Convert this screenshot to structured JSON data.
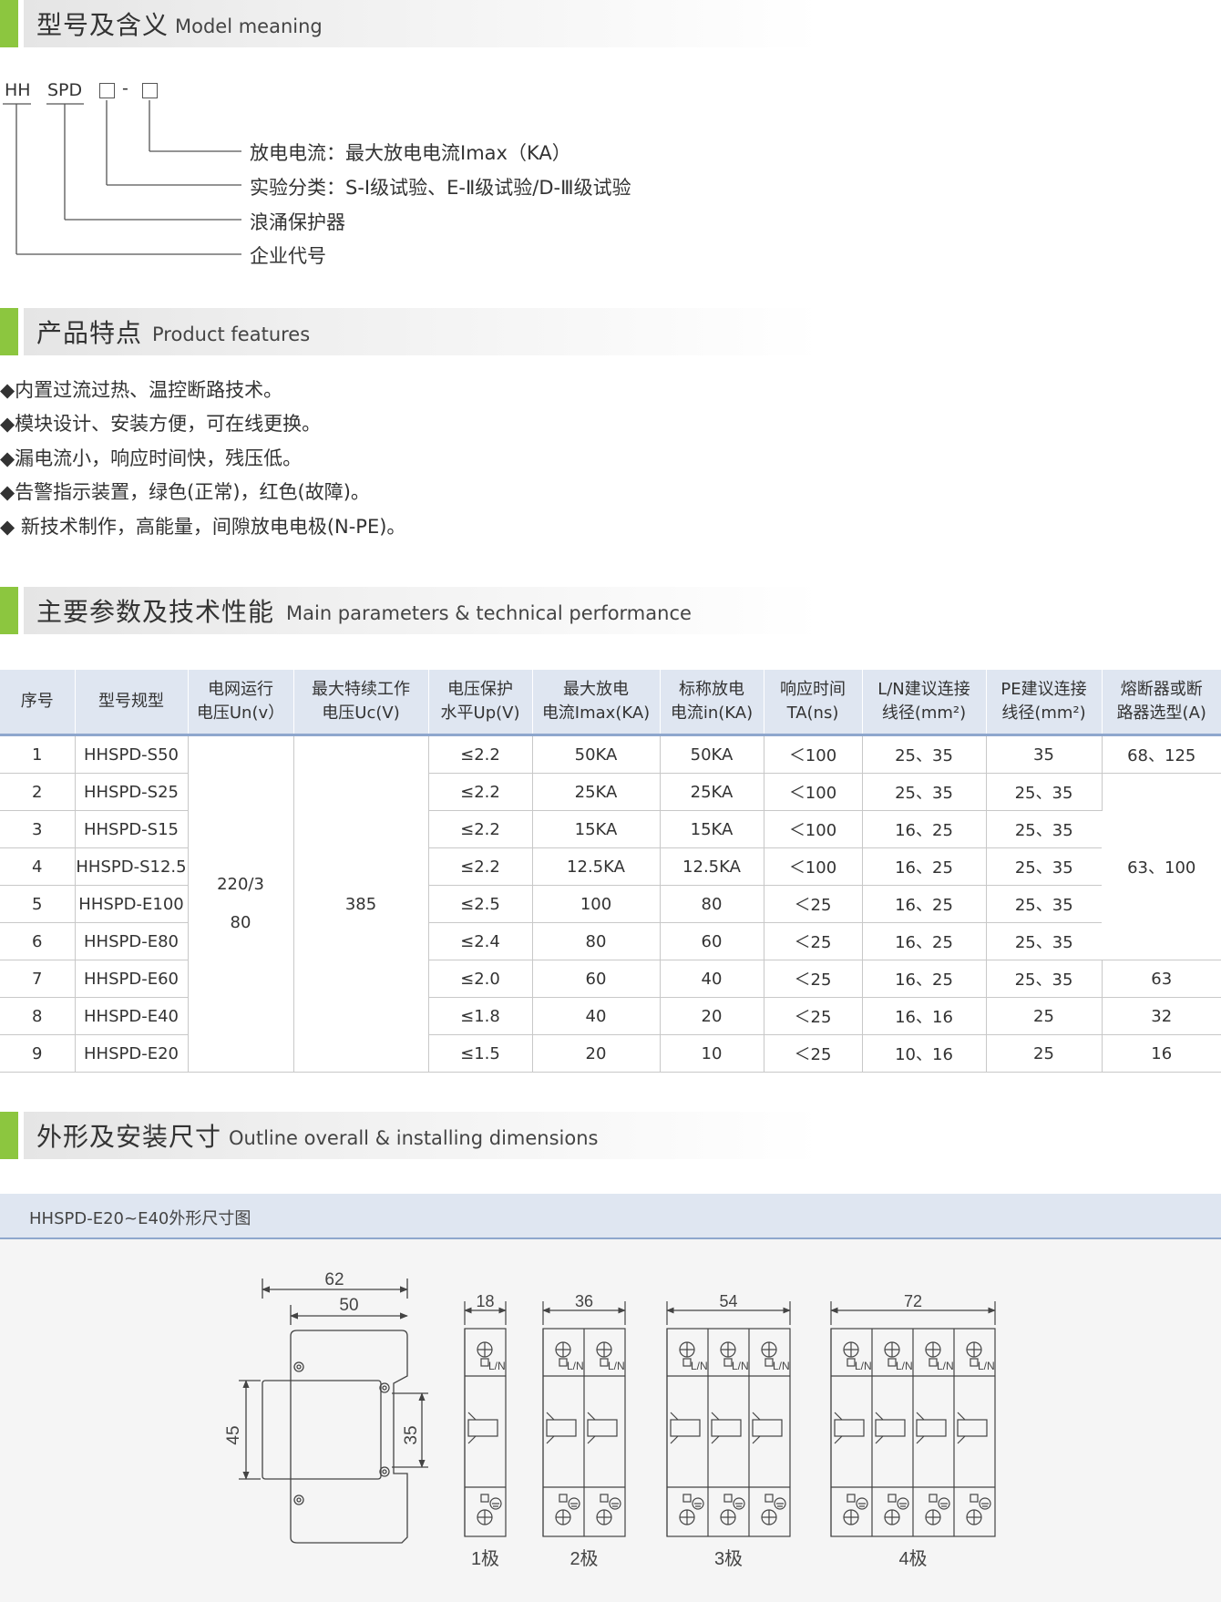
{
  "model_section": {
    "title_zh": "型号及含义",
    "title_en": "Model meaning"
  },
  "model_code": {
    "part1": "HH",
    "part2": "SPD",
    "dash": "-"
  },
  "model_labels": [
    "放电电流：最大放电电流Imax（KA）",
    "实验分类：S-Ⅰ级试验、E-Ⅱ级试验/D-Ⅲ级试验",
    "浪涌保护器",
    "企业代号"
  ],
  "features_section": {
    "title_zh": "产品特点",
    "title_en": "Product features"
  },
  "features": [
    "◆内置过流过热、温控断路技术。",
    "◆模块设计、安装方便，可在线更换。",
    "◆漏电流小，响应时间快，残压低。",
    "◆告警指示装置，绿色(正常)，红色(故障)。",
    "◆ 新技术制作，高能量，间隙放电电极(N-PE)。"
  ],
  "params_section": {
    "title_zh": "主要参数及技术性能",
    "title_en": "Main parameters & technical performance"
  },
  "table": {
    "headers": [
      [
        "序号"
      ],
      [
        "型号规型"
      ],
      [
        "电网运行",
        "电压Un(v）"
      ],
      [
        "最大特续工作",
        "电压Uc(V)"
      ],
      [
        "电压保护",
        "水平Up(V)"
      ],
      [
        "最大放电",
        "电流Imax(KA)"
      ],
      [
        "标称放电",
        "电流in(KA)"
      ],
      [
        "响应时间",
        "TA(ns)"
      ],
      [
        "L/N建议连接",
        "线径(mm²)"
      ],
      [
        "PE建议连接",
        "线径(mm²)"
      ],
      [
        "熔断器或断",
        "路器选型(A)"
      ]
    ],
    "merged_un": [
      "220/3",
      "80"
    ],
    "merged_uc": "385",
    "fuse_merged_2_6": "63、100",
    "rows": [
      {
        "no": "1",
        "model": "HHSPD-S50",
        "up": "≤2.2",
        "imax": "50KA",
        "in": "50KA",
        "ta": "＜100",
        "ln": "25、35",
        "pe": "35",
        "fuse": "68、125"
      },
      {
        "no": "2",
        "model": "HHSPD-S25",
        "up": "≤2.2",
        "imax": "25KA",
        "in": "25KA",
        "ta": "＜100",
        "ln": "25、35",
        "pe": "25、35"
      },
      {
        "no": "3",
        "model": "HHSPD-S15",
        "up": "≤2.2",
        "imax": "15KA",
        "in": "15KA",
        "ta": "＜100",
        "ln": "16、25",
        "pe": "25、35"
      },
      {
        "no": "4",
        "model": "HHSPD-S12.5",
        "up": "≤2.2",
        "imax": "12.5KA",
        "in": "12.5KA",
        "ta": "＜100",
        "ln": "16、25",
        "pe": "25、35"
      },
      {
        "no": "5",
        "model": "HHSPD-E100",
        "up": "≤2.5",
        "imax": "100",
        "in": "80",
        "ta": "＜25",
        "ln": "16、25",
        "pe": "25、35"
      },
      {
        "no": "6",
        "model": "HHSPD-E80",
        "up": "≤2.4",
        "imax": "80",
        "in": "60",
        "ta": "＜25",
        "ln": "16、25",
        "pe": "25、35"
      },
      {
        "no": "7",
        "model": "HHSPD-E60",
        "up": "≤2.0",
        "imax": "60",
        "in": "40",
        "ta": "＜25",
        "ln": "16、25",
        "pe": "25、35",
        "fuse": "63"
      },
      {
        "no": "8",
        "model": "HHSPD-E40",
        "up": "≤1.8",
        "imax": "40",
        "in": "20",
        "ta": "＜25",
        "ln": "16、16",
        "pe": "25",
        "fuse": "32"
      },
      {
        "no": "9",
        "model": "HHSPD-E20",
        "up": "≤1.5",
        "imax": "20",
        "in": "10",
        "ta": "＜25",
        "ln": "10、16",
        "pe": "25",
        "fuse": "16"
      }
    ]
  },
  "outline_section": {
    "title_zh": "外形及安装尺寸",
    "title_en": "Outline overall & installing dimensions"
  },
  "drawing": {
    "caption": "HHSPD-E20~E40外形尺寸图",
    "side_dims": {
      "w62": "62",
      "w50": "50",
      "h45": "45",
      "h35": "35"
    },
    "module_label": "L/N",
    "poles": [
      {
        "width": "18",
        "label": "1极"
      },
      {
        "width": "36",
        "label": "2极"
      },
      {
        "width": "54",
        "label": "3极"
      },
      {
        "width": "72",
        "label": "4极"
      }
    ]
  },
  "colors": {
    "accent_green": "#8cc63f",
    "header_blue": "#dfe6f1",
    "rule_blue": "#8ea7cd"
  }
}
